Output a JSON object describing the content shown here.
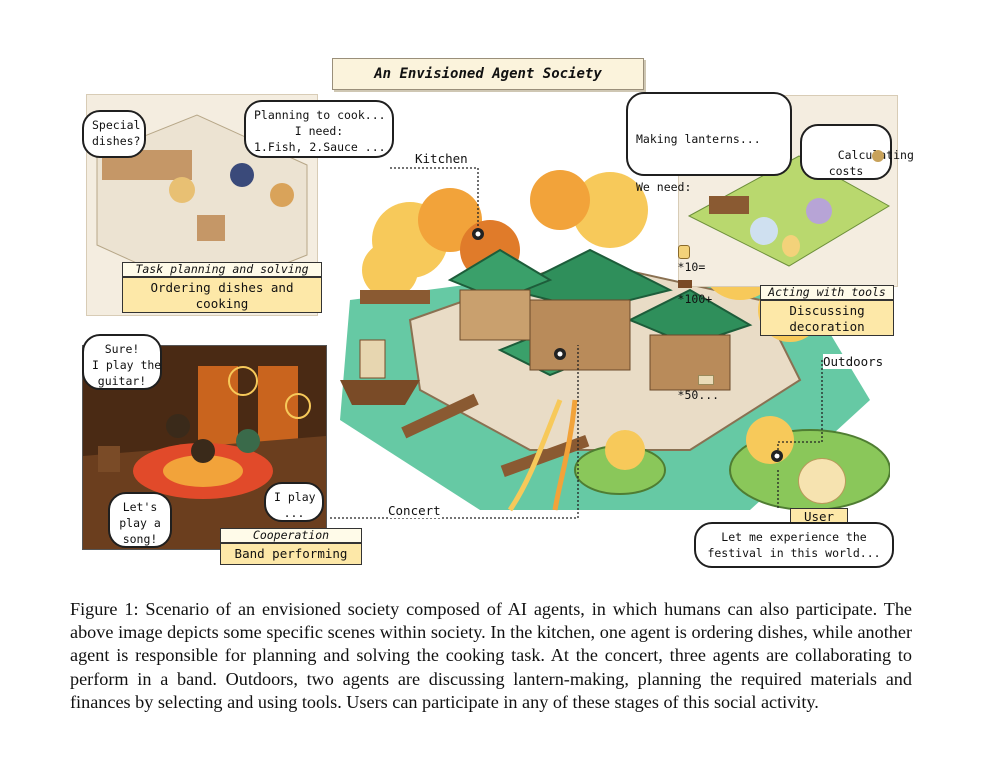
{
  "figure": {
    "title": "An Envisioned Agent Society",
    "kitchen": {
      "bubble_special": "Special\ndishes?",
      "bubble_planning": "Planning to cook...\nI need:\n1.Fish, 2.Sauce ...",
      "label_italic": "Task planning and solving",
      "label_sub": "Ordering dishes and\ncooking",
      "location_tag": "Kitchen"
    },
    "outdoors": {
      "bubble_lanterns_title": "Making lanterns...",
      "bubble_lanterns_need": "We need:",
      "bubble_lanterns_qty1": "*10=",
      "bubble_lanterns_qty2": "*100+",
      "bubble_lanterns_qty3": "*50...",
      "bubble_costs": "Calculating\ncosts",
      "label_italic": "Acting with tools",
      "label_sub": "Discussing\ndecoration",
      "location_tag": "Outdoors"
    },
    "concert": {
      "bubble_sure": "Sure!\nI play the\nguitar!",
      "bubble_song": "Let's\nplay a\nsong!",
      "bubble_play": "I play\n...",
      "label_italic": "Cooperation",
      "label_sub": "Band performing",
      "location_tag": "Concert"
    },
    "user": {
      "label": "User",
      "bubble": "Let me experience the\nfestival in this world..."
    }
  },
  "caption": "Figure 1: Scenario of an envisioned society composed of AI agents, in which humans can also participate. The above image depicts some specific scenes within society. In the kitchen, one agent is ordering dishes, while another agent is responsible for planning and solving the cooking task. At the concert, three agents are collaborating to perform in a band. Outdoors, two agents are discussing lantern-making, planning the required materials and finances by selecting and using tools. Users can participate in any of these stages of this social activity.",
  "colors": {
    "autumn_orange": "#f2a33a",
    "autumn_yellow": "#f7c95a",
    "water_green": "#66c9a4",
    "roof_green": "#2f8f5b",
    "label_fill": "#fde8a8"
  }
}
